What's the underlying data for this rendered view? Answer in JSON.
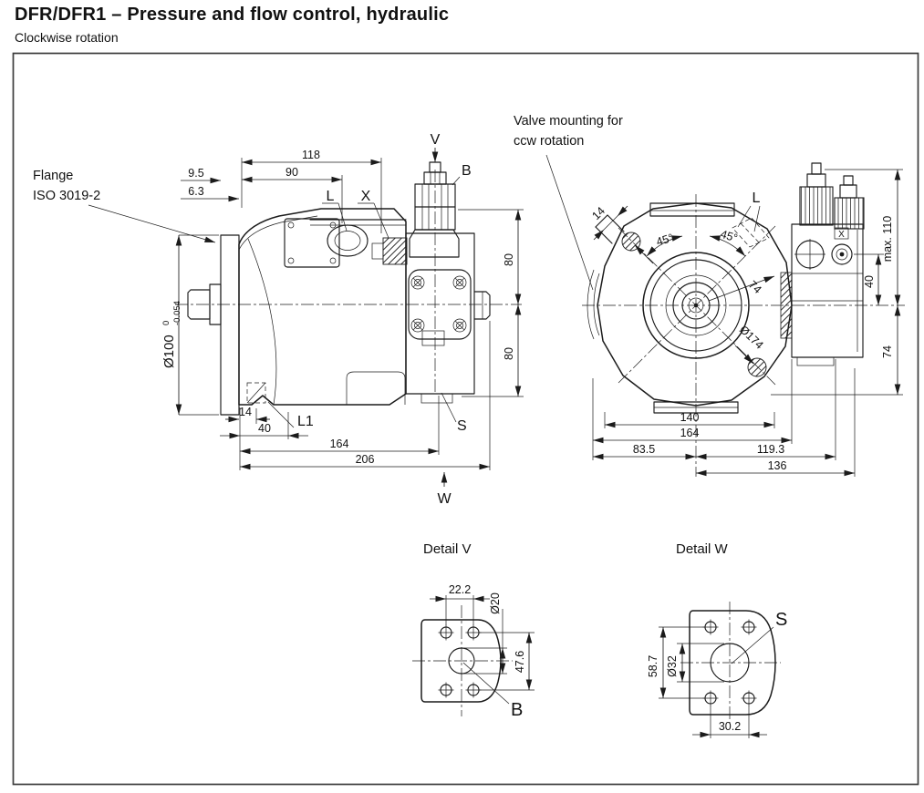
{
  "colors": {
    "ink": "#1b1b1b",
    "background": "#ffffff"
  },
  "header": {
    "title": "DFR/DFR1 – Pressure and flow control, hydraulic",
    "subtitle": "Clockwise rotation"
  },
  "side_view": {
    "flange_note": {
      "line1": "Flange",
      "line2": "ISO 3019-2"
    },
    "labels": {
      "v": "V",
      "b": "B",
      "l": "L",
      "x": "X",
      "l1": "L1",
      "s": "S",
      "w": "W"
    },
    "dims": {
      "d118": "118",
      "d90": "90",
      "d9_5": "9.5",
      "d6_3": "6.3",
      "dia100": "Ø100",
      "tol_hi": "0",
      "tol_lo": "-0.054",
      "d80_top": "80",
      "d80_bottom": "80",
      "d14": "14",
      "d40": "40",
      "d164": "164",
      "d206": "206"
    }
  },
  "rear_view": {
    "note": {
      "line1": "Valve mounting for",
      "line2": "ccw rotation"
    },
    "labels": {
      "l": "L",
      "x": "X"
    },
    "dims": {
      "d14": "14",
      "a45_left": "45°",
      "a45_right": "45°",
      "d74_diag": "74",
      "dia174": "Ø174",
      "d140": "140",
      "d164": "164",
      "d83_5": "83.5",
      "d119_3": "119.3",
      "d136": "136",
      "max110": "max. 110",
      "d40": "40",
      "d74": "74"
    }
  },
  "detail_v": {
    "title": "Detail V",
    "label_b": "B",
    "dims": {
      "d22_2": "22.2",
      "dia20": "Ø20",
      "d47_6": "47.6"
    }
  },
  "detail_w": {
    "title": "Detail W",
    "label_s": "S",
    "dims": {
      "d58_7": "58.7",
      "dia32": "Ø32",
      "d30_2": "30.2"
    }
  }
}
